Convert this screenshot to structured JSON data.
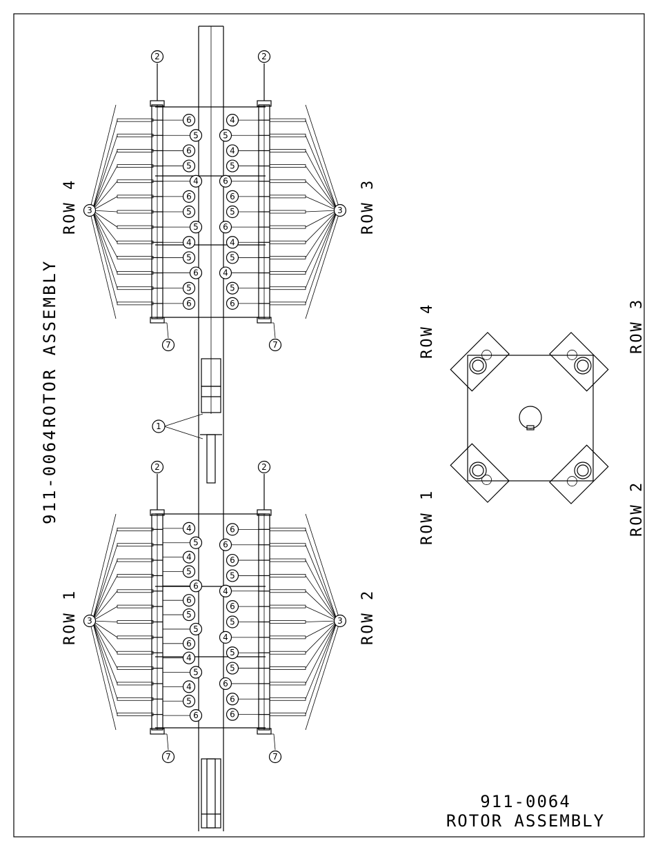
{
  "side_title": {
    "part_number": "911-0064",
    "name": "ROTOR ASSEMBLY"
  },
  "title_block": {
    "part_number": "911-0064",
    "name": "ROTOR ASSEMBLY"
  },
  "row_labels": {
    "row1": "ROW 1",
    "row2": "ROW 2",
    "row3": "ROW 3",
    "row4": "ROW 4"
  },
  "end_view_labels": {
    "row1": "ROW 1",
    "row2": "ROW 2",
    "row3": "ROW 3",
    "row4": "ROW 4"
  },
  "callouts": {
    "shaft": "1",
    "rod": "2",
    "hammer": "3",
    "spacer_a": "4",
    "spacer_b": "5",
    "spacer_c": "6",
    "nut": "7"
  },
  "spacer_sequences": {
    "row4": [
      "6",
      "5",
      "6",
      "5",
      "4",
      "6",
      "5",
      "5",
      "4",
      "5",
      "6",
      "5",
      "6"
    ],
    "row3": [
      "4",
      "5",
      "4",
      "5",
      "6",
      "6",
      "5",
      "6",
      "4",
      "5",
      "4",
      "5",
      "6"
    ],
    "row1": [
      "4",
      "5",
      "4",
      "5",
      "6",
      "6",
      "5",
      "5",
      "6",
      "4",
      "5",
      "4",
      "5",
      "6"
    ],
    "row2": [
      "6",
      "6",
      "6",
      "5",
      "4",
      "6",
      "5",
      "4",
      "5",
      "5",
      "6",
      "6",
      "6"
    ]
  }
}
